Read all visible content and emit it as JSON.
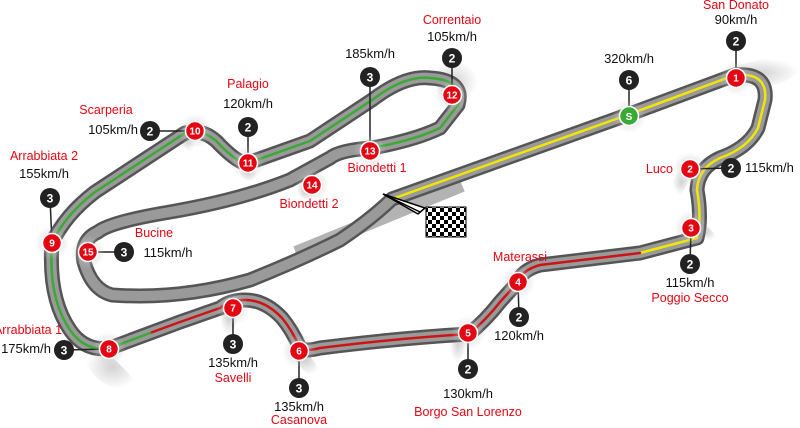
{
  "map": {
    "corners": [
      {
        "id": "c1",
        "num": "1",
        "name": "San Donato",
        "speed": "90km/h",
        "gear": "2"
      },
      {
        "id": "c2",
        "num": "2",
        "name": "Luco",
        "speed": "115km/h",
        "gear": "2"
      },
      {
        "id": "c3",
        "num": "3",
        "name": "Poggio Secco",
        "speed": "115km/h",
        "gear": "2"
      },
      {
        "id": "c4",
        "num": "4",
        "name": "Materassi",
        "speed": "120km/h",
        "gear": "2"
      },
      {
        "id": "c5",
        "num": "5",
        "name": "Borgo San Lorenzo",
        "speed": "130km/h",
        "gear": "2"
      },
      {
        "id": "c6",
        "num": "6",
        "name": "Casanova",
        "speed": "135km/h",
        "gear": "3"
      },
      {
        "id": "c7",
        "num": "7",
        "name": "Savelli",
        "speed": "135km/h",
        "gear": "3"
      },
      {
        "id": "c8",
        "num": "8",
        "name": "Arrabbiata 1",
        "speed": "175km/h",
        "gear": "3"
      },
      {
        "id": "c9",
        "num": "9",
        "name": "Arrabbiata 2",
        "speed": "155km/h",
        "gear": "3"
      },
      {
        "id": "c10",
        "num": "10",
        "name": "Scarperia",
        "speed": "105km/h",
        "gear": "2"
      },
      {
        "id": "c11",
        "num": "11",
        "name": "Palagio",
        "speed": "120km/h",
        "gear": "2"
      },
      {
        "id": "c12",
        "num": "12",
        "name": "Correntaio",
        "speed": "105km/h",
        "gear": "2"
      },
      {
        "id": "c13",
        "num": "13",
        "name": "",
        "speed": "185km/h",
        "gear": "3"
      },
      {
        "id": "c14",
        "num": "14",
        "name": "",
        "speed": "",
        "gear": ""
      },
      {
        "id": "c15",
        "num": "15",
        "name": "Bucine",
        "speed": "115km/h",
        "gear": "3"
      }
    ],
    "speed_trap": {
      "num": "S",
      "speed": "320km/h",
      "gear": "6"
    },
    "section_labels": {
      "biondetti1": "Biondetti 1",
      "biondetti2": "Biondetti 2"
    },
    "colors": {
      "track": "#8c8c8c",
      "sector1": "#f2e600",
      "sector2": "#cc1417",
      "sector3": "#3aaa35",
      "corner": "#e30613",
      "gear": "#222222",
      "speedtrap": "#3aaa35"
    }
  }
}
